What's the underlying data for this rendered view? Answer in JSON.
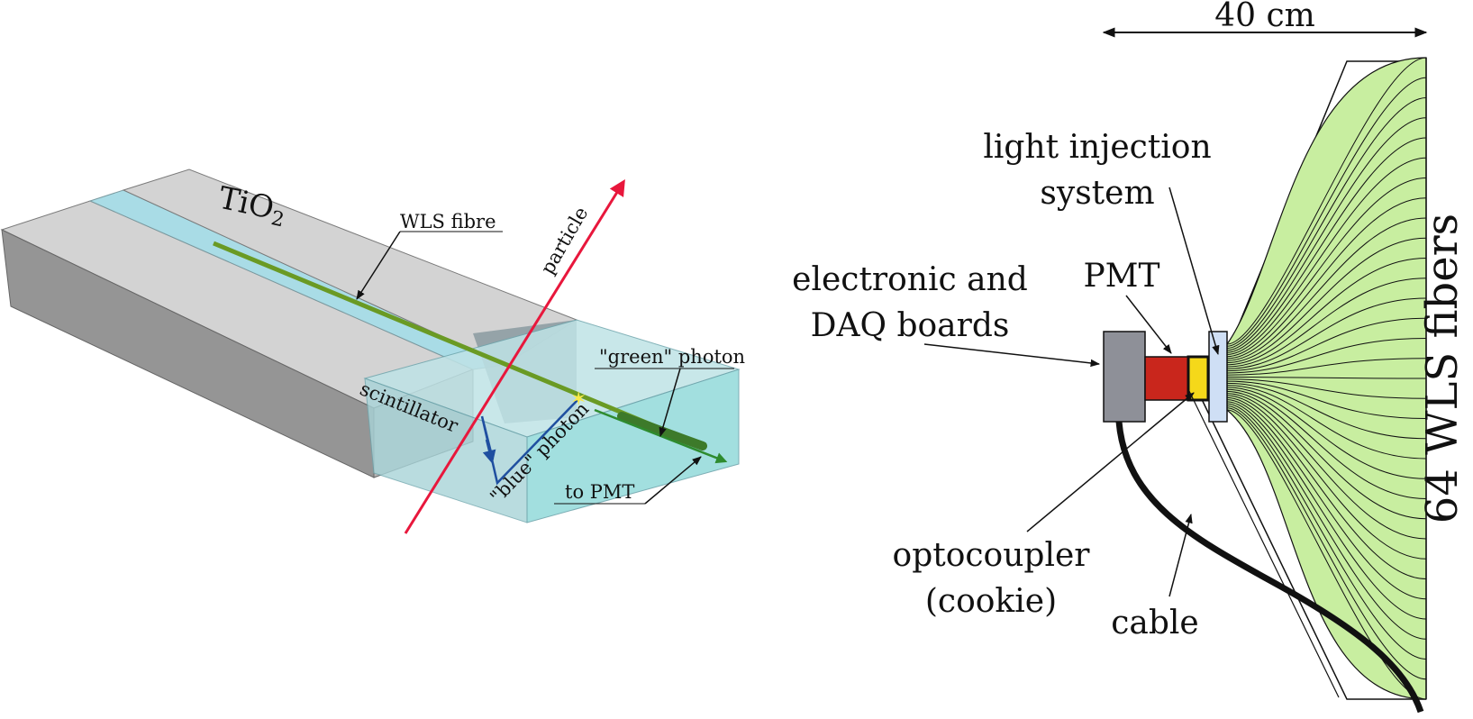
{
  "left_diagram": {
    "tio2_label": "TiO",
    "tio2_subscript": "2",
    "wls_fibre_label": "WLS fibre",
    "particle_label": "particle",
    "green_photon_label": "\"green\" photon",
    "scintillator_label": "scintillator",
    "blue_photon_label": "\"blue\" photon",
    "to_pmt_label": "to PMT"
  },
  "right_diagram": {
    "dimension_label": "40 cm",
    "light_injection_line1": "light injection",
    "light_injection_line2": "system",
    "electronic_line1": "electronic and",
    "electronic_line2": "DAQ boards",
    "pmt_label": "PMT",
    "optocoupler_line1": "optocoupler",
    "optocoupler_line2": "(cookie)",
    "cable_label": "cable",
    "fibers_label": "64 WLS fibers"
  },
  "colors": {
    "particle": "#e8173c",
    "blue_photon": "#1f4fa0",
    "green_photon": "#2e8b2e",
    "fiber_bundle_fill": "#c8eea0",
    "pmt": "#c9261c",
    "cookie": "#f5d81a",
    "light_injector": "#cfdff5",
    "daq_box": "#8e9098",
    "scintillator_glass": "#9fdcdc",
    "tio2_top": "#d3d3d3",
    "tio2_side": "#8c8c8c"
  }
}
